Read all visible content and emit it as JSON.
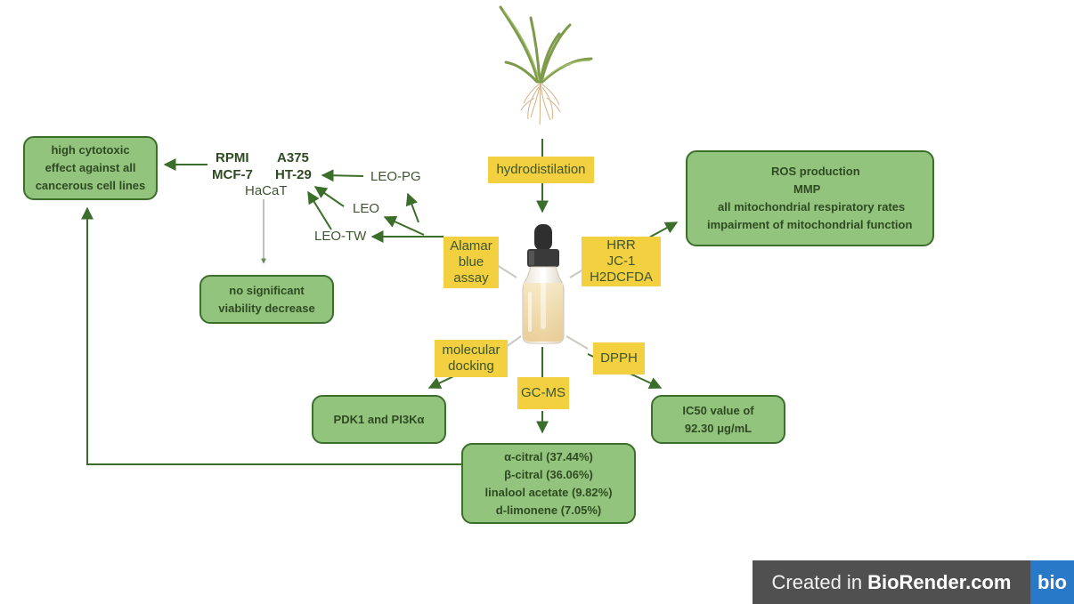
{
  "colors": {
    "green_box_fill": "#93c47d",
    "green_box_border": "#3c6e2c",
    "yellow_label_fill": "#f3d03f",
    "arrow": "#3b6e2a",
    "text": "#2f4a22",
    "watermark_bg": "#505050",
    "watermark_logo_bg": "#2979c9"
  },
  "icons": {
    "plant": "lemongrass-plant-icon",
    "bottle": "essential-oil-dropper-bottle-icon"
  },
  "methods": {
    "hydrodistilation": "hydrodistilation",
    "alamar": [
      "Alamar",
      "blue",
      "assay"
    ],
    "mito": [
      "HRR",
      "JC-1",
      "H2DCFDA"
    ],
    "docking": [
      "molecular",
      "docking"
    ],
    "gcms": "GC-MS",
    "dpph": "DPPH"
  },
  "cell_lines": {
    "rpmi": "RPMI",
    "a375": "A375",
    "mcf7": "MCF-7",
    "ht29": "HT-29",
    "hacat": "HaCaT"
  },
  "oil_variants": {
    "leo_pg": "LEO-PG",
    "leo": "LEO",
    "leo_tw": "LEO-TW"
  },
  "results": {
    "cytotoxic": [
      "high cytotoxic",
      "effect against all",
      "cancerous cell lines"
    ],
    "viability": [
      "no significant",
      "viability decrease"
    ],
    "mito": {
      "ros": "ROS production",
      "mmp": "MMP",
      "respiratory": "all mitochondrial respiratory rates",
      "impairment": "impairment of mitochondrial function"
    },
    "docking": "PDK1 and PI3Kα",
    "dpph": [
      "IC50 value of",
      "92.30 μg/mL"
    ],
    "gcms": [
      "α-citral (37.44%)",
      "β-citral (36.06%)",
      "linalool acetate (9.82%)",
      "d-limonene (7.05%)"
    ]
  },
  "watermark": {
    "prefix": "Created in",
    "brand": "BioRender.com",
    "logo": "bio"
  }
}
